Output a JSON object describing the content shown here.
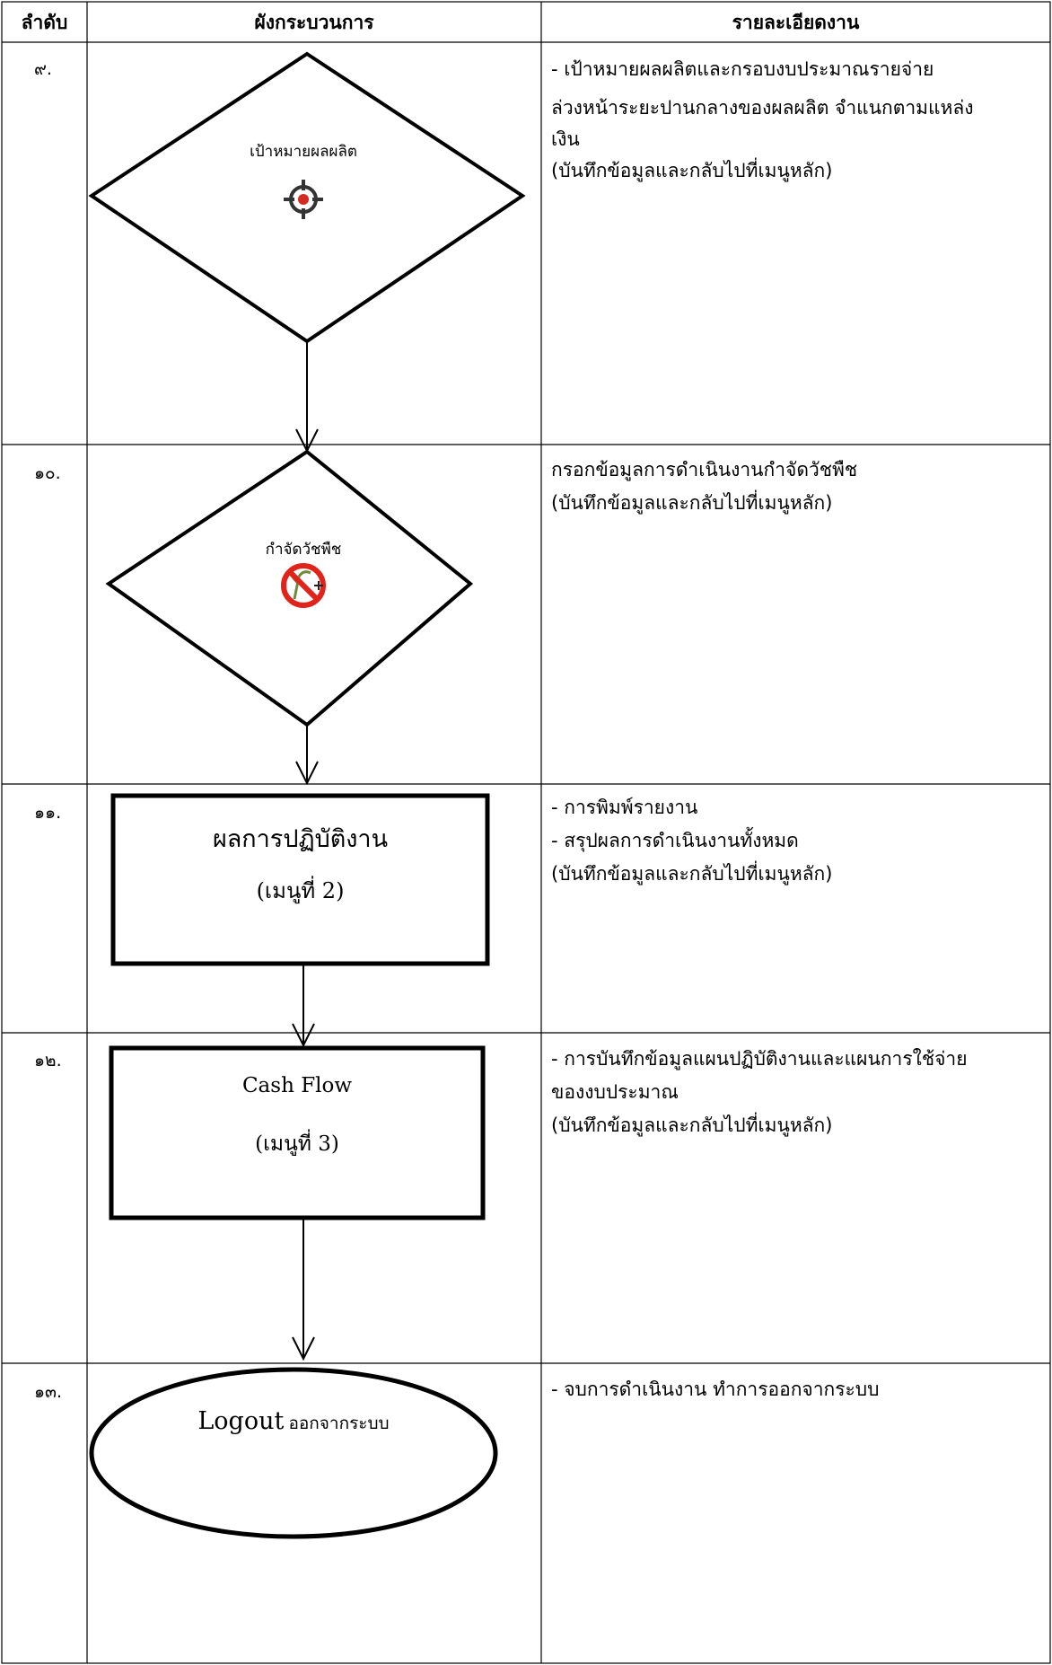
{
  "table": {
    "headers": {
      "order": "ลำดับ",
      "flow": "ผังกระบวนการ",
      "detail": "รายละเอียดงาน"
    },
    "rows": [
      {
        "number": "๙.",
        "shape_text": "เป้าหมายผลผลิต",
        "icon": "target-icon",
        "details": [
          "- เป้าหมายผลผลิตและกรอบงบประมาณรายจ่าย",
          "ล่วงหน้าระยะปานกลางของผลผลิต จำแนกตามแหล่ง",
          "เงิน",
          "(บันทึกข้อมูลและกลับไปที่เมนูหลัก)"
        ]
      },
      {
        "number": "๑๐.",
        "shape_text": "กำจัดวัชพืช",
        "icon": "no-weeds-icon",
        "details": [
          "กรอกข้อมูลการดำเนินงานกำจัดวัชพืช",
          "(บันทึกข้อมูลและกลับไปที่เมนูหลัก)"
        ]
      },
      {
        "number": "๑๑.",
        "shape_text_line1": "ผลการปฏิบัติงาน",
        "shape_text_line2": "(เมนูที่ 2)",
        "details": [
          "-  การพิมพ์รายงาน",
          "-  สรุปผลการดำเนินงานทั้งหมด",
          "(บันทึกข้อมูลและกลับไปที่เมนูหลัก)"
        ]
      },
      {
        "number": "๑๒.",
        "shape_text_line1": "Cash Flow",
        "shape_text_line2": "(เมนูที่ 3)",
        "details": [
          "-  การบันทึกข้อมูลแผนปฏิบัติงานและแผนการใช้จ่าย",
          "ของงบประมาณ",
          "(บันทึกข้อมูลและกลับไปที่เมนูหลัก)"
        ]
      },
      {
        "number": "๑๓.",
        "shape_text_main": "Logout",
        "shape_text_small": "ออกจากระบบ",
        "details": [
          "-  จบการดำเนินงาน ทำการออกจากระบบ"
        ]
      }
    ]
  },
  "colors": {
    "line": "#000000",
    "target_red": "#d42a22",
    "no_sign_red": "#e0231b",
    "weed_green": "#6f8a3a"
  }
}
